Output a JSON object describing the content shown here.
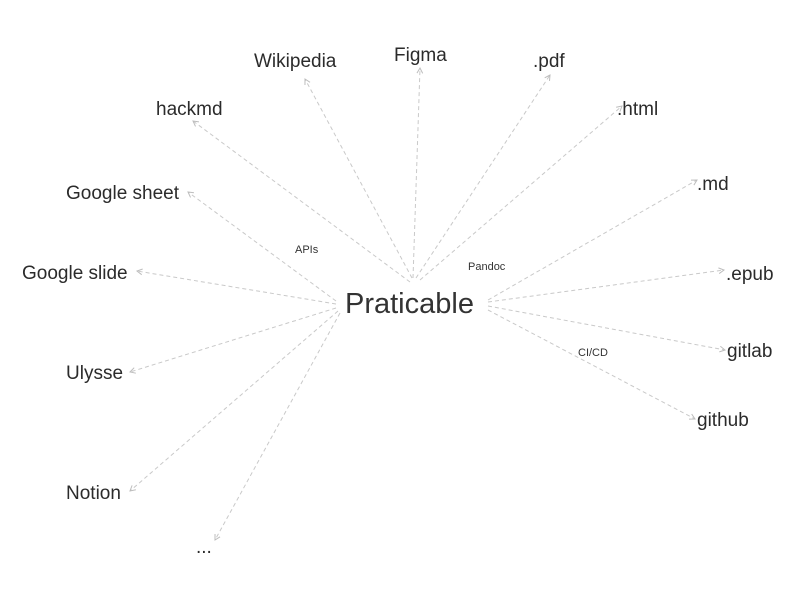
{
  "diagram": {
    "center": "Praticable",
    "nodes": [
      {
        "id": "wikipedia",
        "label": "Wikipedia"
      },
      {
        "id": "figma",
        "label": "Figma"
      },
      {
        "id": "pdf",
        "label": ".pdf"
      },
      {
        "id": "hackmd",
        "label": "hackmd"
      },
      {
        "id": "html",
        "label": ".html"
      },
      {
        "id": "md",
        "label": ".md"
      },
      {
        "id": "google-sheet",
        "label": "Google sheet"
      },
      {
        "id": "google-slide",
        "label": "Google slide"
      },
      {
        "id": "epub",
        "label": ".epub"
      },
      {
        "id": "gitlab",
        "label": "gitlab"
      },
      {
        "id": "ulysse",
        "label": "Ulysse"
      },
      {
        "id": "github",
        "label": "github"
      },
      {
        "id": "notion",
        "label": "Notion"
      },
      {
        "id": "more",
        "label": "..."
      }
    ],
    "edge_labels": {
      "apis": "APIs",
      "pandoc": "Pandoc",
      "cicd": "CI/CD"
    },
    "colors": {
      "text": "#2b2b2b",
      "edge": "#c9c9c9"
    }
  }
}
